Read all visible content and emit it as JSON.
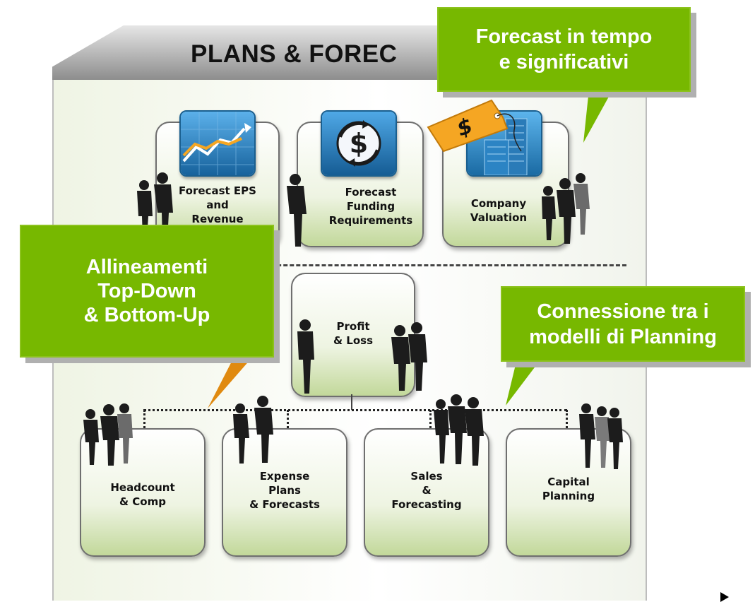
{
  "panel": {
    "title": "PLANS & FOREC"
  },
  "boxes": [
    {
      "id": "forecast-eps",
      "label": "Forecast EPS\nand\nRevenue"
    },
    {
      "id": "forecast-funding",
      "label": "Forecast\nFunding\nRequirements"
    },
    {
      "id": "company-valuation",
      "label": "Company\nValuation"
    },
    {
      "id": "profit-loss",
      "label": "Profit\n& Loss"
    },
    {
      "id": "headcount",
      "label": "Headcount\n& Comp"
    },
    {
      "id": "expense-plans",
      "label": "Expense\nPlans\n& Forecasts"
    },
    {
      "id": "sales-forecasting",
      "label": "Sales\n&\nForecasting"
    },
    {
      "id": "capital-planning",
      "label": "Capital\nPlanning"
    }
  ],
  "callouts": {
    "forecast": "Forecast in tempo\ne significativi",
    "alignment": "Allineamenti\nTop-Down\n& Bottom-Up",
    "connection": "Connessione tra i\nmodelli di Planning"
  },
  "icons": {
    "chart": "trend-chart-icon",
    "dollar": "dollar-cycle-icon",
    "building": "building-icon",
    "price_tag": "dollar-price-tag-icon",
    "tag_symbol": "$"
  },
  "colors": {
    "callout_green": "#77b800",
    "icon_blue": "#1f7fc0",
    "tag_orange": "#f5a623"
  }
}
